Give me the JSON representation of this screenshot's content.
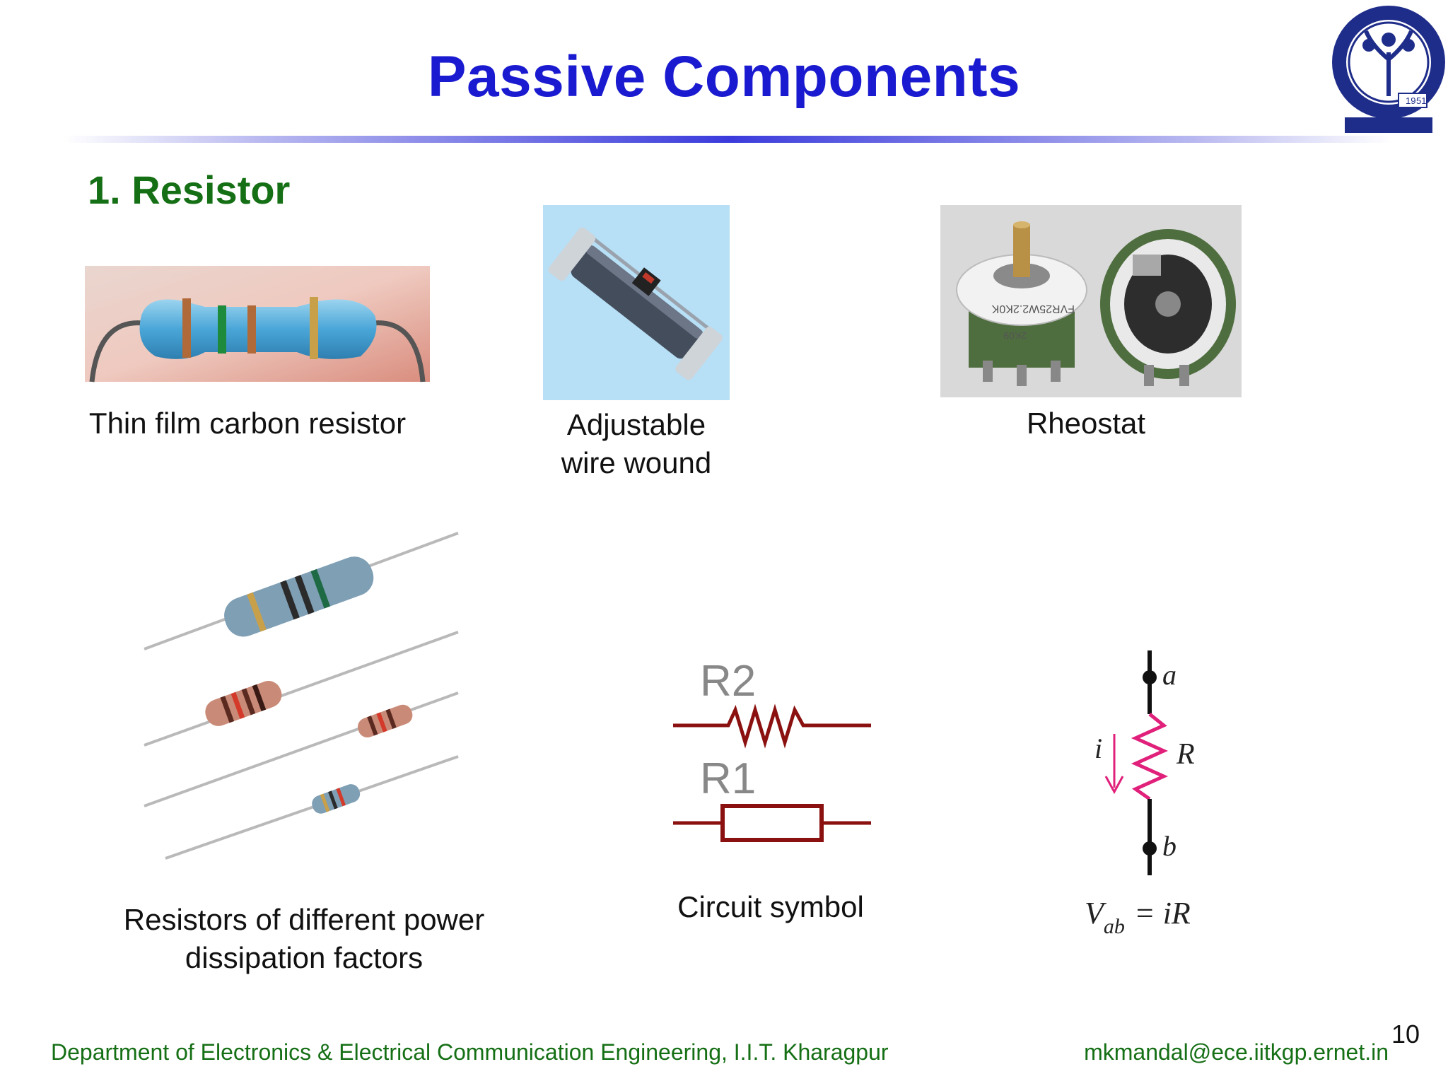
{
  "slide": {
    "title": "Passive Components",
    "section": "1. Resistor",
    "page_number": "10"
  },
  "figures": {
    "thin_film": {
      "caption": "Thin film carbon resistor"
    },
    "wire_wound": {
      "caption_line1": "Adjustable",
      "caption_line2": "wire wound"
    },
    "rheostat": {
      "caption": "Rheostat",
      "print_1": "FVR25W2.2K0K",
      "print_2": "2K09"
    },
    "power_resistors": {
      "caption_line1": "Resistors of different power",
      "caption_line2": "dissipation factors"
    },
    "circuit_symbol": {
      "caption": "Circuit symbol",
      "label_r2": "R2",
      "label_r1": "R1"
    },
    "vab": {
      "node_a": "a",
      "node_b": "b",
      "current": "i",
      "resistor": "R",
      "eq_v": "V",
      "eq_sub": "ab",
      "eq_rhs": "= iR"
    }
  },
  "logo": {
    "year_1": "19",
    "year_2": "51"
  },
  "footer": {
    "department": "Department of Electronics & Electrical Communication Engineering, I.I.T. Kharagpur",
    "email": "mkmandal@ece.iitkgp.ernet.in"
  },
  "colors": {
    "title": "#1a1ad0",
    "section": "#156f15",
    "symbol_red": "#8b1010",
    "resistor_magenta": "#e0207a"
  }
}
